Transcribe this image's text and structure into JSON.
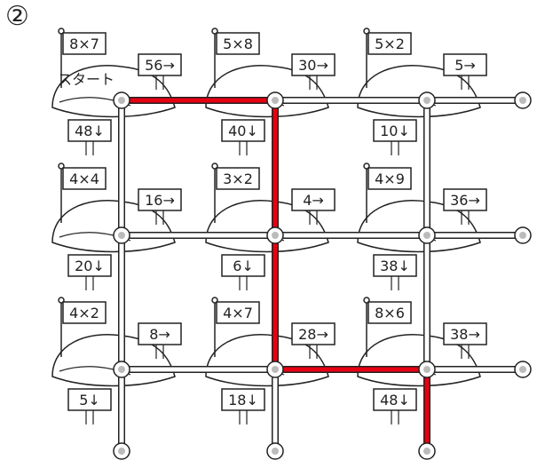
{
  "problem_number": "②",
  "start_label": "スタート",
  "colors": {
    "path": "#e60012",
    "road": "#222222",
    "node": "#bbbbbb"
  },
  "flags": [
    [
      "8×7",
      "5×8",
      "5×2"
    ],
    [
      "4×4",
      "3×2",
      "4×9"
    ],
    [
      "4×2",
      "4×7",
      "8×6"
    ]
  ],
  "right_signs": [
    [
      "56→",
      "30→",
      "5→"
    ],
    [
      "16→",
      "4→",
      "36→"
    ],
    [
      "8→",
      "28→",
      "38→"
    ]
  ],
  "down_signs": [
    [
      "48↓",
      "40↓",
      "10↓"
    ],
    [
      "20↓",
      "6↓",
      "38↓"
    ],
    [
      "5↓",
      "18↓",
      "48↓"
    ]
  ],
  "highlighted_route": [
    "start",
    "right",
    "down",
    "down",
    "right",
    "down"
  ]
}
